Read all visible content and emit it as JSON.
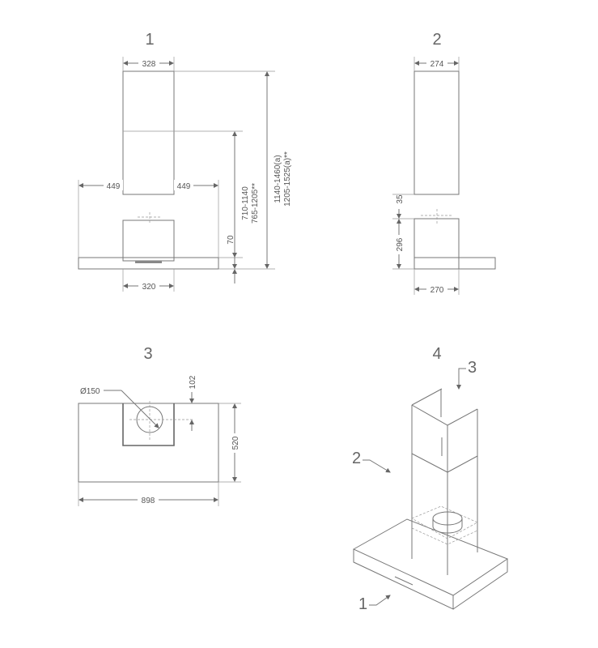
{
  "views": [
    {
      "number": "1",
      "dimensions": {
        "top_width": "328",
        "left_offset": "449",
        "right_offset": "449",
        "bottom_width": "320",
        "canopy_height": "70",
        "height_range_a": "710-1140",
        "height_range_b": "765-1205**",
        "height_range_c": "1140-1460(a)",
        "height_range_d": "1205-1525(a)**"
      }
    },
    {
      "number": "2",
      "dimensions": {
        "top_width": "274",
        "gap": "35",
        "box_height": "296",
        "bottom_width": "270"
      }
    },
    {
      "number": "3",
      "dimensions": {
        "outlet_diameter": "Ø150",
        "outlet_offset": "102",
        "depth": "520",
        "width": "898"
      }
    },
    {
      "number": "4",
      "callouts": [
        "1",
        "2",
        "3"
      ]
    }
  ]
}
